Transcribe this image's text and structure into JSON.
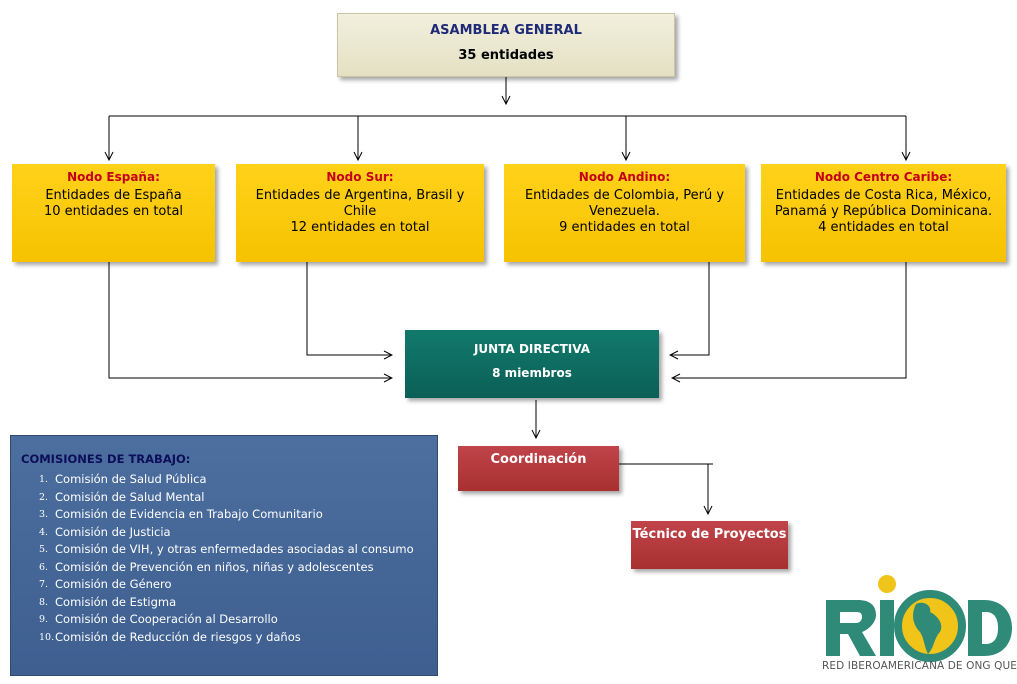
{
  "asamblea": {
    "title": "ASAMBLEA GENERAL",
    "count": "35 entidades"
  },
  "nodos": [
    {
      "title": "Nodo España:",
      "lines": [
        "Entidades de España",
        "10 entidades en total"
      ]
    },
    {
      "title": "Nodo Sur:",
      "lines": [
        "Entidades de Argentina, Brasil y Chile",
        "12 entidades en total"
      ]
    },
    {
      "title": "Nodo Andino:",
      "lines": [
        "Entidades de Colombia, Perú y Venezuela.",
        "9 entidades en total"
      ]
    },
    {
      "title": "Nodo Centro Caribe:",
      "lines": [
        "Entidades de Costa Rica, México, Panamá y República Dominicana.",
        "4 entidades en total"
      ]
    }
  ],
  "junta": {
    "title": "JUNTA DIRECTIVA",
    "members": "8 miembros"
  },
  "coordinacion": {
    "label": "Coordinación"
  },
  "tecnico": {
    "label": "Técnico de Proyectos"
  },
  "comisiones": {
    "title": "COMISIONES DE TRABAJO:",
    "items": [
      "Comisión de Salud Pública",
      "Comisión de Salud Mental",
      "Comisión de Evidencia en Trabajo Comunitario",
      "Comisión de Justicia",
      "Comisión de VIH, y otras enfermedades asociadas al consumo",
      "Comisión de Prevención en niños, niñas y adolescentes",
      "Comisión de Género",
      "Comisión de Estigma",
      "Comisión de Cooperación al Desarrollo",
      "Comisión de Reducción de riesgos y daños"
    ]
  },
  "logo": {
    "wordmark": "RIOD",
    "caption": "RED IBEROAMERICANA DE ONG QUE"
  },
  "colors": {
    "asamblea": "#e8e5cb",
    "nodo": "#ffc800",
    "nodo_title": "#c4001a",
    "junta": "#0e6b61",
    "coordinacion": "#b3383a",
    "comisiones": "#4467a0",
    "logo_green": "#2f8a78",
    "logo_yellow": "#f0c419"
  }
}
